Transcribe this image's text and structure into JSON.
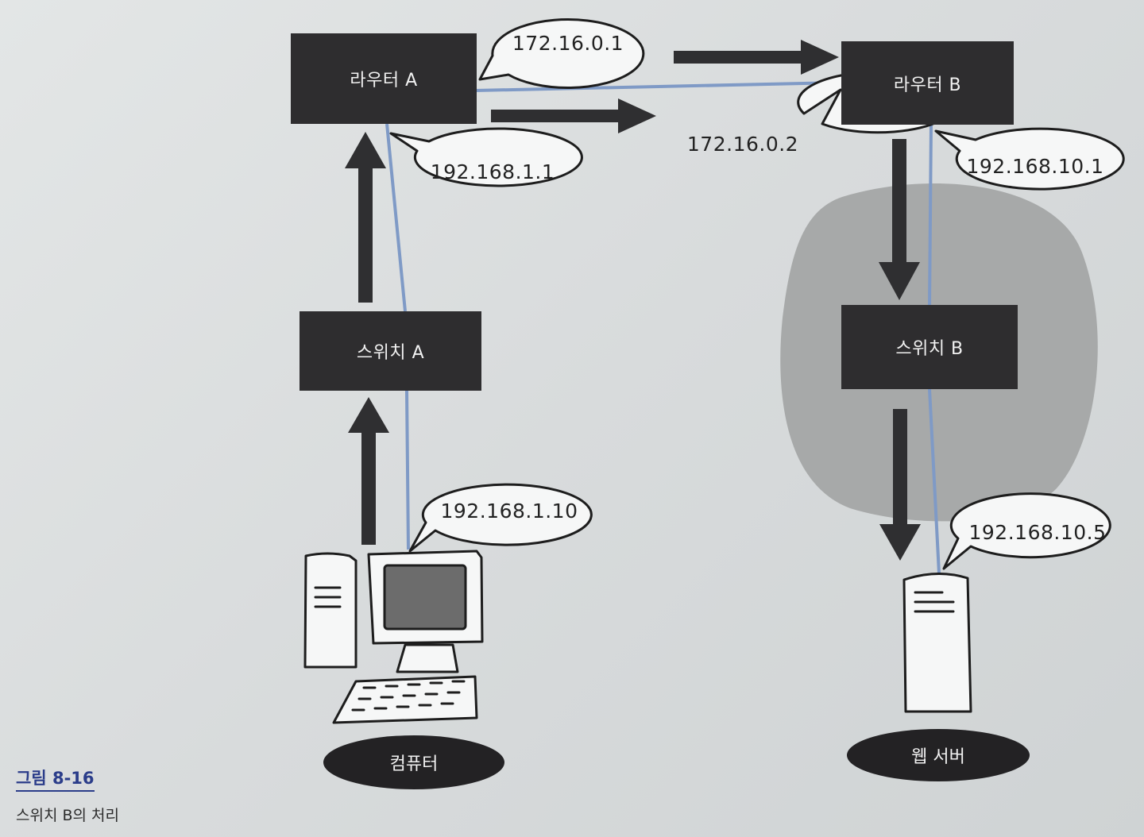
{
  "nodes": {
    "router_a": "라우터 A",
    "router_b": "라우터 B",
    "switch_a": "스위치 A",
    "switch_b": "스위치 B",
    "computer": "컴퓨터",
    "web_server": "웹 서버"
  },
  "addresses": {
    "router_a_wan": "172.16.0.1",
    "router_b_wan": "172.16.0.2",
    "router_a_lan": "192.168.1.1",
    "router_b_lan": "192.168.10.1",
    "computer": "192.168.1.10",
    "web_server": "192.168.10.5"
  },
  "caption": {
    "number": "그림 8-16",
    "title": "스위치 B의 처리"
  },
  "colors": {
    "node_fill": "#2e2d2f",
    "link_line": "#7f9ac6",
    "highlight_blob": "#a7a9a9",
    "caption_accent": "#2b3d8a"
  }
}
